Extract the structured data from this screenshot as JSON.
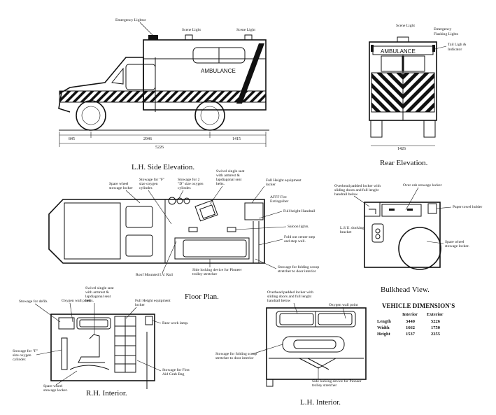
{
  "captions": {
    "side": "L.H. Side Elevation.",
    "rear": "Rear Elevation.",
    "floor": "Floor Plan.",
    "bulkhead": "Bulkhead View.",
    "rh": "R.H. Interior.",
    "lh": "L.H. Interior."
  },
  "side_elevation": {
    "emergency_light": "Emergency Lightur",
    "scene_light_1": "Scene Light",
    "scene_light_2": "Scene Light",
    "ambulance": "AMBULANCE",
    "dim_front": "845",
    "dim_wheelbase": "2946",
    "dim_rear": "1415",
    "dim_total": "5226"
  },
  "rear_elevation": {
    "scene_light": "Scene Light",
    "flash_1": "Emergency",
    "flash_2": "Flashing Lights",
    "tail_1": "Tail Ligh &",
    "tail_2": "Indicator",
    "ambulance": "AMBULANCE",
    "dim_width": "1426"
  },
  "floor_plan": {
    "spare_1": "Spare wheel",
    "spare_2": "stowage locker",
    "f_oxy_1": "Stowage for \"F\"",
    "f_oxy_2": "size oxygen",
    "f_oxy_3": "cylinder.",
    "d_oxy_1": "Stowage for 2",
    "d_oxy_2": "\"D\" size oxygen",
    "d_oxy_3": "cylinder.",
    "swivel_1": "Swivel single seat",
    "swivel_2": "with armrest &",
    "swivel_3": "lapdiagonal seat",
    "swivel_4": "belts.",
    "fh_locker_1": "Full Height equipment",
    "fh_locker_2": "locker",
    "afff_1": "AFFF Fire",
    "afff_2": "Extinguiher",
    "handrail": "Full height Handrail",
    "saloon": "Saloon lights.",
    "fold_1": "Fold out center step",
    "fold_2": "and step well.",
    "scoop_1": "Stowage for folding scoop",
    "scoop_2": "stretcher to door interior",
    "side_lock_1": "Side locking device for Pioneer",
    "side_lock_2": "trolley stretcher",
    "iv_rail": "Roof Mounted I.V. Rail"
  },
  "bulkhead": {
    "overhead_1": "Overhead padded locker with",
    "overhead_2": "sliding doors and full lenght",
    "overhead_3": "handrail below",
    "overcab": "Over cab stowage locker",
    "paper": "Paper towel holder",
    "lsu_1": "L.S.U. docking",
    "lsu_2": "bracket",
    "spare_1": "Spare wheel",
    "spare_2": "stowage locker."
  },
  "rh_interior": {
    "oxy_wall": "Oxygen wall point",
    "swivel_1": "Swivel single seat",
    "swivel_2": "with armrest &",
    "swivel_3": "lapdiagonal seat",
    "swivel_4": "belts.",
    "fh_1": "Full Height equipment",
    "fh_2": "locker",
    "defib": "Stowage for defib.",
    "work_lamp": "Rear work lamp.",
    "f_oxy_1": "Stowage for \"F\"",
    "f_oxy_2": "size oxygen",
    "f_oxy_3": "cylinder.",
    "first_aid_1": "Stowage for First",
    "first_aid_2": "Aid Grab Bag",
    "spare_1": "Spare wheel",
    "spare_2": "stowage locker."
  },
  "lh_interior": {
    "overhead_1": "Overhead padded locker with",
    "overhead_2": "sliding doors and full lenght",
    "overhead_3": "handrail below",
    "oxy_wall": "Oxygen wall point",
    "scoop_1": "Stowage for folding scoop",
    "scoop_2": "stretcher to door interior",
    "side_lock_1": "Side locking device for Pioneer",
    "side_lock_2": "trolley stretcher"
  },
  "dimensions_table": {
    "title": "VEHICLE DIMENSION'S",
    "headers": [
      "Interior",
      "Exterior"
    ],
    "rows": [
      {
        "label": "Length",
        "interior": "3440",
        "exterior": "5226"
      },
      {
        "label": "Width",
        "interior": "1662",
        "exterior": "1750"
      },
      {
        "label": "Height",
        "interior": "1537",
        "exterior": "2255"
      }
    ]
  }
}
